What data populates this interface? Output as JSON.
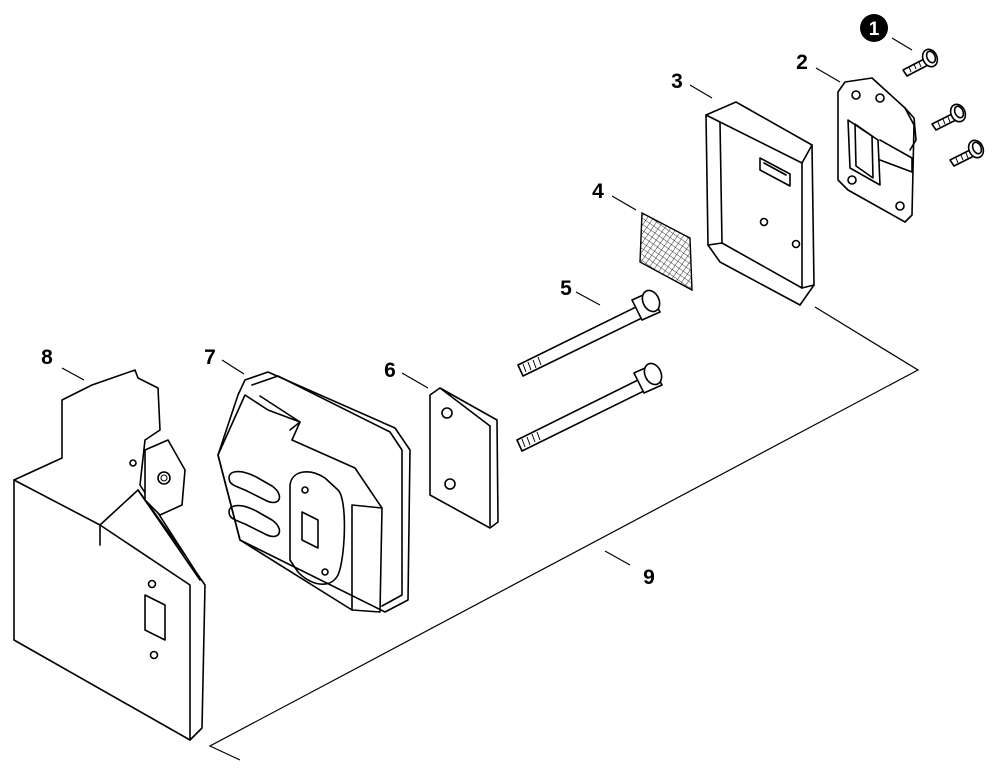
{
  "labels": {
    "badge": "1",
    "p2": "2",
    "p3": "3",
    "p4": "4",
    "p5": "5",
    "p6": "6",
    "p7": "7",
    "p8": "8",
    "p9": "9"
  },
  "colors": {
    "ink": "#000000",
    "paper": "#ffffff"
  }
}
